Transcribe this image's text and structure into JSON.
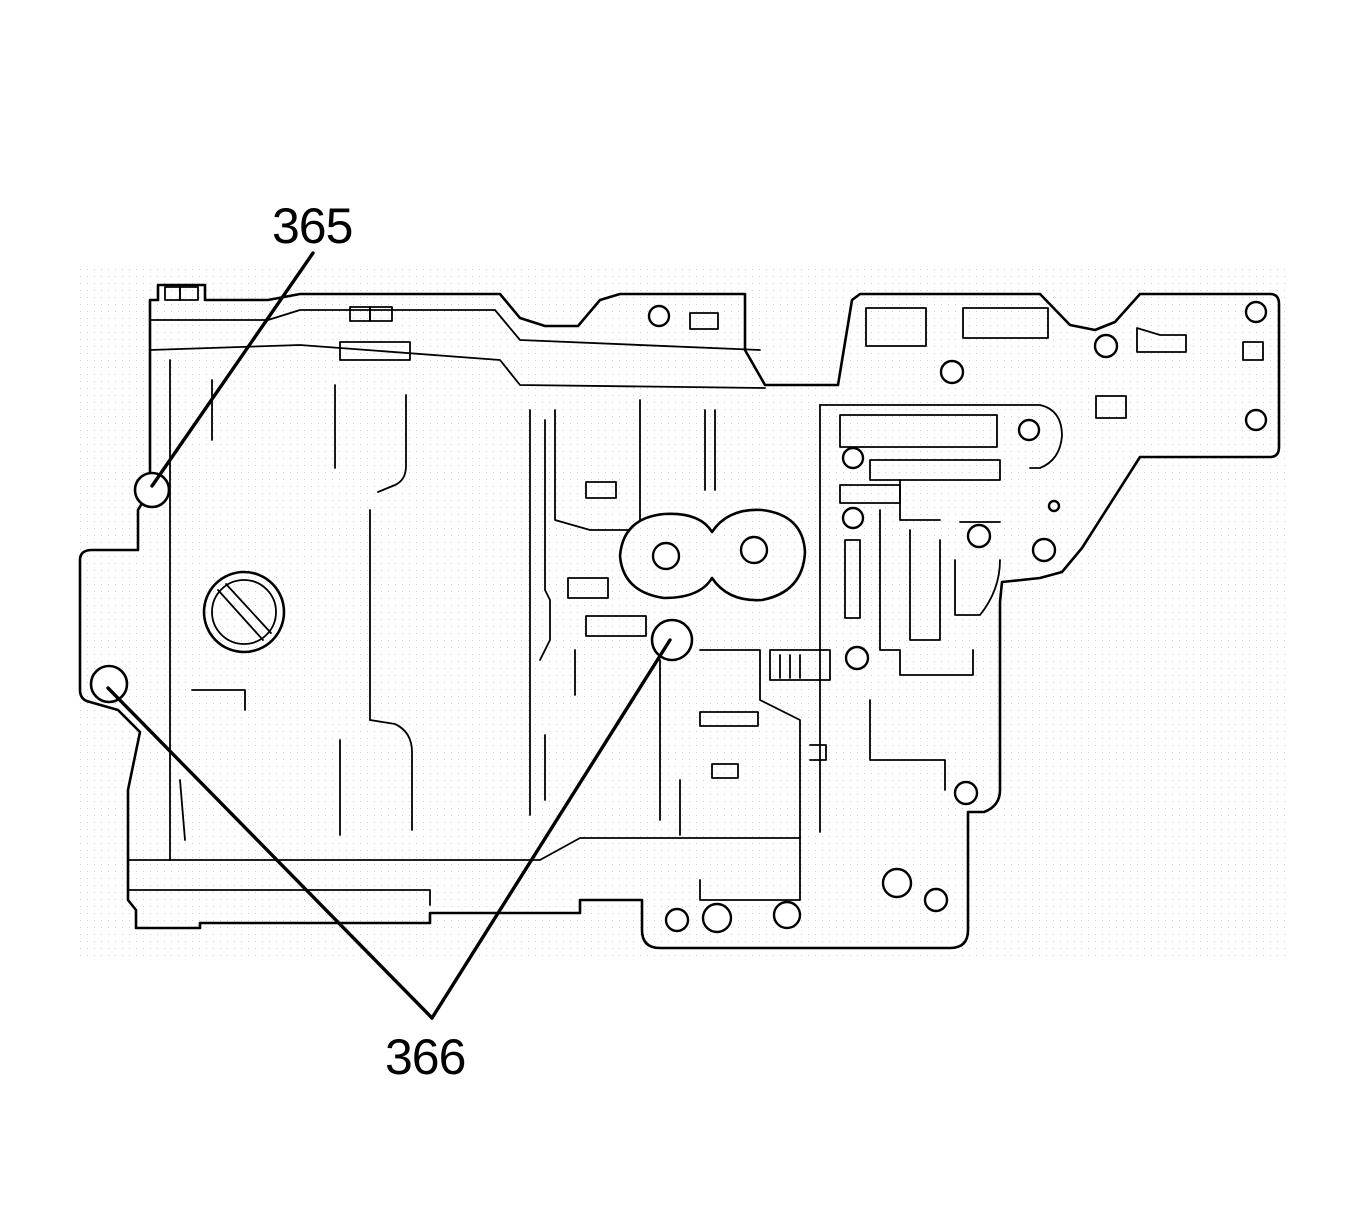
{
  "callouts": [
    {
      "id": "365",
      "label": "365"
    },
    {
      "id": "366",
      "label": "366"
    }
  ],
  "colors": {
    "line": "#000000",
    "background": "#ffffff"
  }
}
